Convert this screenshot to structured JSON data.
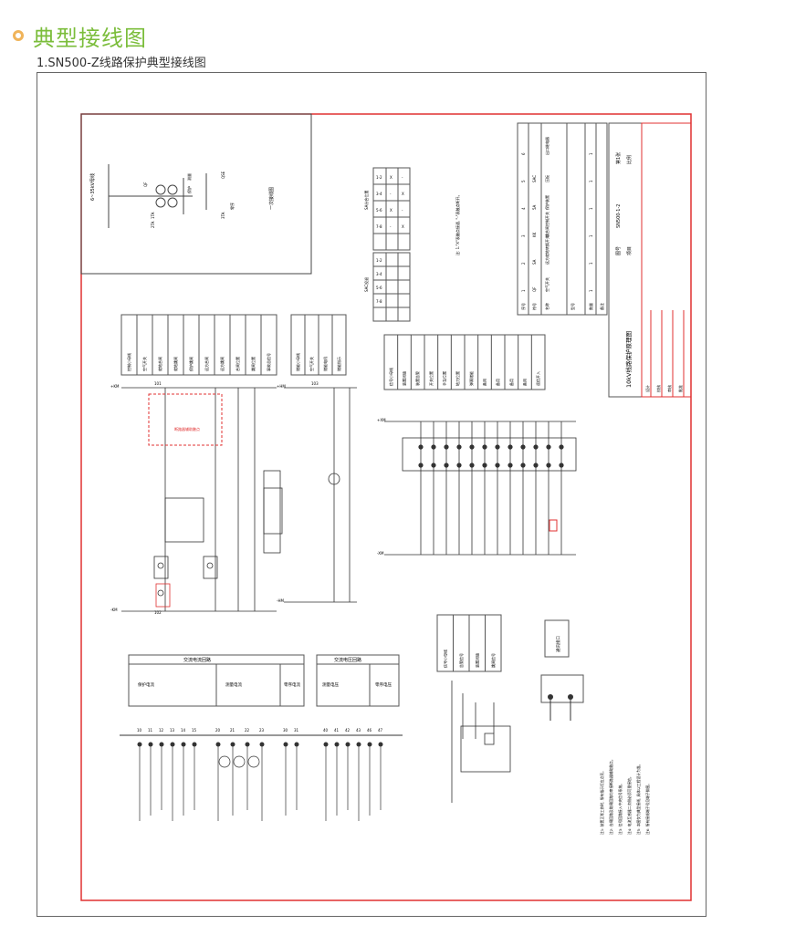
{
  "header": {
    "title": "典型接线图",
    "subtitle": "1.SN500-Z线路保护典型接线图"
  },
  "diagram": {
    "primary_box": {
      "bus_label": "6~35kV母线",
      "caption": "一次接线图",
      "labels": [
        "QF",
        "测量",
        "保护",
        "1TA",
        "2TA",
        "QSE",
        "3TA",
        "零序"
      ]
    },
    "switch_tables": {
      "left_title": "SA分合位置",
      "right_title": "SAC投退",
      "rows": [
        "1-2",
        "3-4",
        "5-6",
        "7-8"
      ],
      "note": "注: 1.\"X\"表触点接通, \"-\"表触点断开。"
    },
    "equipment_table": {
      "header": [
        "序号",
        "符号",
        "名称",
        "型号",
        "数量",
        "备注"
      ],
      "rows": [
        [
          "1",
          "QF",
          "空气开关",
          "",
          "1",
          ""
        ],
        [
          "2",
          "SA",
          "远方就地转换开关",
          "",
          "1",
          ""
        ],
        [
          "3",
          "KK",
          "跳合闸控制开关",
          "",
          "1",
          ""
        ],
        [
          "4",
          "5A",
          "保护装置",
          "",
          "1",
          ""
        ],
        [
          "5",
          "SAC",
          "压板",
          "",
          "1",
          ""
        ],
        [
          "6",
          "",
          "出口继电器",
          "",
          "1",
          ""
        ]
      ]
    },
    "title_block": {
      "drawing_title": "10kV线路保护原理图",
      "drawing_no": "SN500-1-2",
      "sheet": "第1张",
      "rev": "图号",
      "sign_rows": [
        "设计",
        "校核",
        "审核",
        "批准"
      ],
      "project": "项目",
      "scale": "比例"
    },
    "control_headers": [
      "控制小母线",
      "空气开关",
      "就地合闸",
      "就地跳闸",
      "保护跳闸",
      "远方合闸",
      "远方跳闸",
      "合闸位置",
      "跳闸位置",
      "事故总信号"
    ],
    "storage_headers": [
      "储能小母线",
      "空气开关",
      "储能电机",
      "储能指示"
    ],
    "signal_headers": [
      "信号小母线",
      "装置闭锁",
      "装置告警",
      "开关位置",
      "手车位置",
      "地刀位置",
      "弹簧储能",
      "备用",
      "备用",
      "备用",
      "备用",
      "遥信开入"
    ],
    "bus_headers": [
      "信号小母线",
      "告警信号",
      "装置闭锁",
      "跳闸信号"
    ],
    "comm_label": "通讯接口",
    "ac_voltage": {
      "title": "交流电压回路",
      "cols": [
        "测量电压",
        "零序电压"
      ]
    },
    "ac_current": {
      "title": "交流电流回路",
      "cols": [
        "保护电流",
        "测量电流",
        "零序电流"
      ]
    },
    "terminal_numbers": [
      "10",
      "11",
      "12",
      "13",
      "14",
      "15",
      "20",
      "21",
      "22",
      "23",
      "30",
      "31",
      "40",
      "41",
      "42",
      "43",
      "46",
      "47"
    ],
    "dashed_label": "断路器辅助触点",
    "notes": [
      "注1: 装置正常工作时, 所有指示灯应点亮。",
      "注2: 合闸回路及跳闸回路均串接断路器辅助触点。",
      "注3: 信号回路接入中央信号系统。",
      "注4: 电流互感器二次侧必须可靠接地。",
      "注5: 本图仅为典型接线, 具体以工程设计为准。",
      "注6: 所有接线端子号见端子排图。"
    ],
    "bus_marks": [
      "+KM",
      "-KM",
      "+HM",
      "-HM",
      "+XM",
      "-XM",
      "101",
      "102",
      "103"
    ],
    "accent_color": "#e03030"
  }
}
